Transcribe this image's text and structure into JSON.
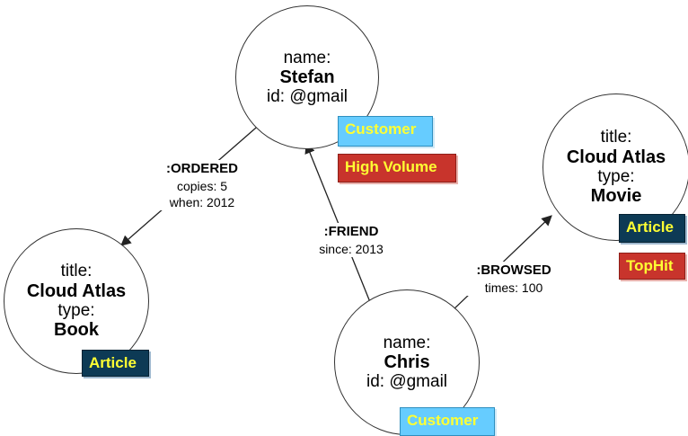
{
  "nodes": {
    "stefan": {
      "label1": "name:",
      "value1": "Stefan",
      "label2": "id: @gmail"
    },
    "book": {
      "label1": "title:",
      "value1": "Cloud Atlas",
      "label2": "type:",
      "value2": "Book"
    },
    "movie": {
      "label1": "title:",
      "value1": "Cloud Atlas",
      "label2": "type:",
      "value2": "Movie"
    },
    "chris": {
      "label1": "name:",
      "value1": "Chris",
      "label2": "id: @gmail"
    }
  },
  "relationships": {
    "ordered": {
      "type": ":ORDERED",
      "prop1": "copies: 5",
      "prop2": "when: 2012"
    },
    "friend": {
      "type": ":FRIEND",
      "prop1": "since: 2013"
    },
    "browsed": {
      "type": ":BROWSED",
      "prop1": "times: 100"
    }
  },
  "tags": {
    "stefan_customer": "Customer",
    "stefan_high_volume": "High Volume",
    "book_article": "Article",
    "movie_article": "Article",
    "movie_tophit": "TopHit",
    "chris_customer": "Customer"
  },
  "colors": {
    "customer": "#66ccff",
    "article": "#0d3a55",
    "highlight_red": "#c8342c",
    "tag_text": "#ffff33"
  }
}
